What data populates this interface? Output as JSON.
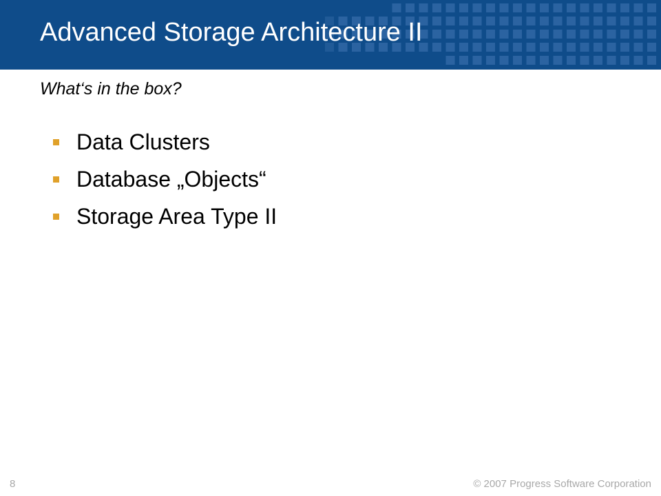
{
  "header": {
    "title": "Advanced Storage Architecture II"
  },
  "content": {
    "subtitle": "What‘s in the box?",
    "bullets": [
      "Data Clusters",
      "Database „Objects“",
      "Storage Area Type II"
    ]
  },
  "footer": {
    "page_number": "8",
    "copyright": "© 2007 Progress Software Corporation"
  },
  "colors": {
    "header_background": "#0f4c8a",
    "header_squares": "#2f66a3",
    "bullet_marker": "#e0a12a",
    "footer_text": "#a8a8a8"
  }
}
